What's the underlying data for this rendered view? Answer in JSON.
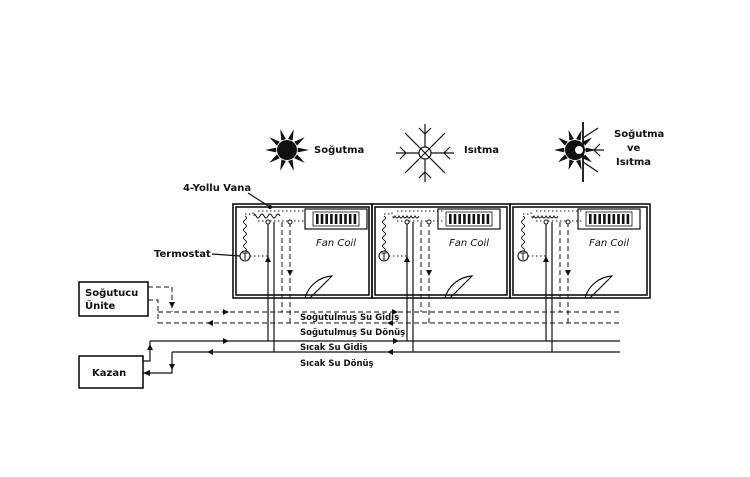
{
  "legend": {
    "cooling": "Soğutma",
    "heating": "Isıtma",
    "both_line1": "Soğutma",
    "both_line2": "ve",
    "both_line3": "Isıtma"
  },
  "labels": {
    "valve": "4-Yollu Vana",
    "thermostat": "Termostat",
    "fan_coil": "Fan Coil",
    "chiller_line1": "Soğutucu",
    "chiller_line2": "Ünite",
    "boiler": "Kazan"
  },
  "pipes": [
    "Soğutulmuş Su Gidiş",
    "Soğutulmuş Su Dönüş",
    "Sıcak Su Gidiş",
    "Sıcak Su Dönüş"
  ],
  "rooms": [
    {
      "coil": "Fan Coil"
    },
    {
      "coil": "Fan Coil"
    },
    {
      "coil": "Fan Coil"
    }
  ]
}
